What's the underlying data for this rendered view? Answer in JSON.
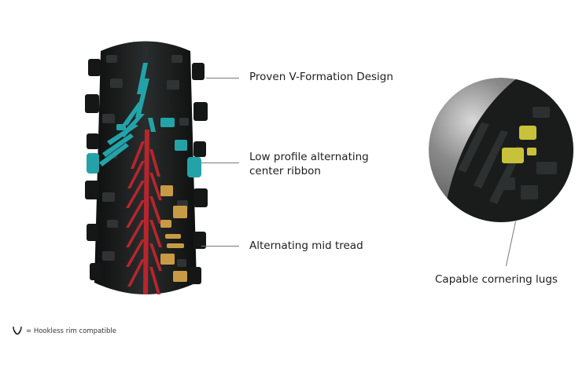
{
  "callouts": {
    "v_formation": "Proven V-Formation Design",
    "center_ribbon_line1": "Low profile alternating",
    "center_ribbon_line2": "center ribbon",
    "mid_tread": "Alternating mid tread",
    "cornering_lugs": "Capable cornering lugs"
  },
  "footnote": {
    "text": "= Hookless rim compatible",
    "icon": "hookless-rim-icon"
  },
  "colors": {
    "tire_rubber": "#1b1d1d",
    "v_formation_teal": "#23a3a8",
    "center_ribbon_red": "#b8252d",
    "mid_tread_gold": "#c99a45",
    "cornering_lugs_yellow": "#c8c23a"
  }
}
